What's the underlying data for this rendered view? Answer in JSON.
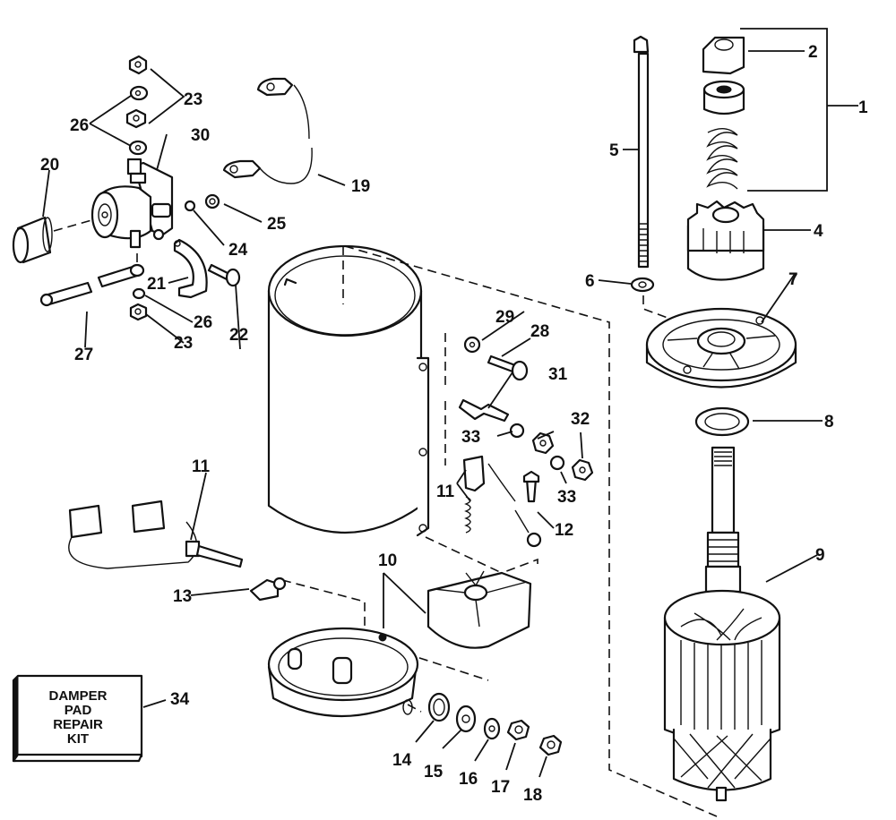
{
  "diagram": {
    "type": "exploded parts diagram",
    "subject": "electric starter motor assembly"
  },
  "callouts": {
    "c1": "1",
    "c2": "2",
    "c4": "4",
    "c5": "5",
    "c6": "6",
    "c7": "7",
    "c8": "8",
    "c9": "9",
    "c10": "10",
    "c11a": "11",
    "c11b": "11",
    "c12": "12",
    "c13": "13",
    "c14": "14",
    "c15": "15",
    "c16": "16",
    "c17": "17",
    "c18": "18",
    "c19": "19",
    "c20": "20",
    "c21": "21",
    "c22": "22",
    "c23a": "23",
    "c23b": "23",
    "c24": "24",
    "c25": "25",
    "c26a": "26",
    "c26b": "26",
    "c27": "27",
    "c28": "28",
    "c29": "29",
    "c30": "30",
    "c31": "31",
    "c32": "32",
    "c33a": "33",
    "c33b": "33",
    "c34": "34"
  },
  "repair_kit": {
    "lines": [
      "DAMPER",
      "PAD",
      "REPAIR",
      "KIT"
    ]
  }
}
